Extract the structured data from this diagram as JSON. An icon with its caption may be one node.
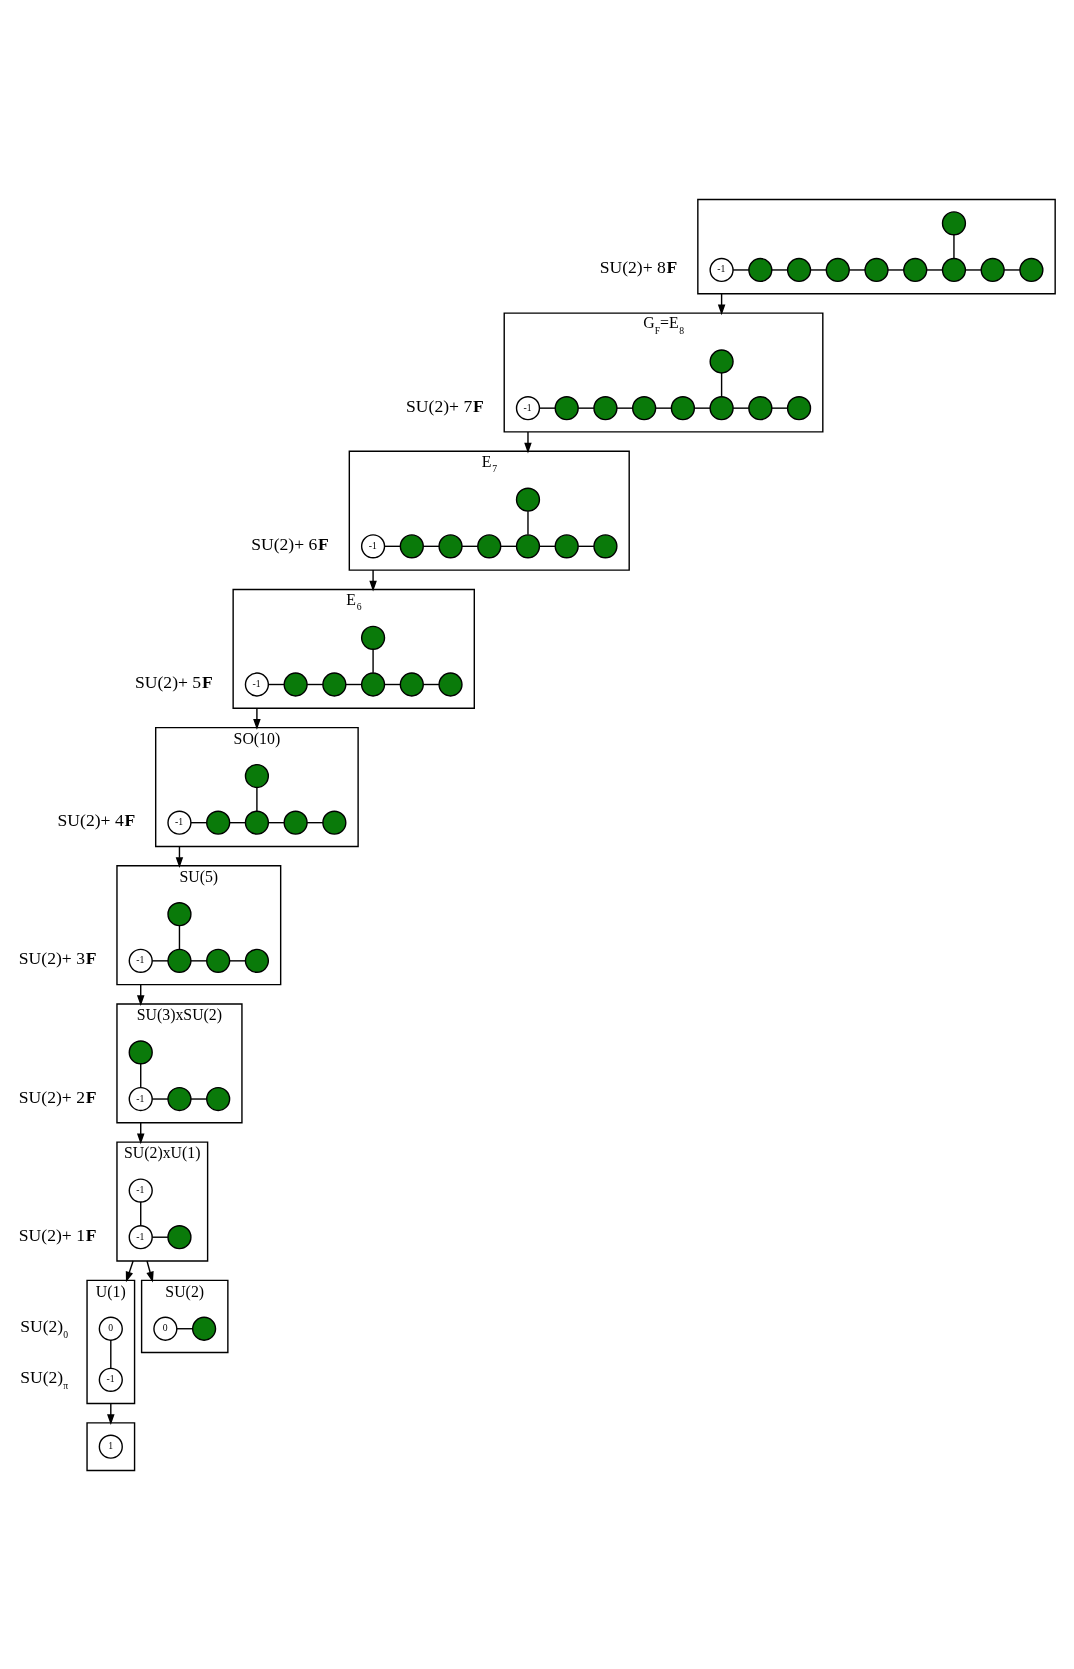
{
  "diagram": {
    "nodes": [
      {
        "text": [],
        "shape": "box"
      },
      {
        "text": [],
        "shape": "circle",
        "in": 0
      },
      {
        "text": [
          "-1"
        ],
        "in": 0
      },
      {
        "text": [],
        "shape": "circle",
        "in": 0
      },
      {
        "text": [],
        "shape": "circle",
        "in": 0
      },
      {
        "text": [],
        "shape": "circle",
        "in": 0
      },
      {
        "text": [],
        "shape": "circle",
        "in": 0
      },
      {
        "text": [],
        "shape": "circle",
        "in": 0
      },
      {
        "text": [],
        "shape": "circle",
        "in": 0
      },
      {
        "text": [],
        "shape": "circle",
        "in": 0
      },
      {
        "text": [],
        "shape": "circle",
        "in": 0
      },
      {
        "text": [
          "G$_{F}$=E$_{8}$"
        ]
      },
      {
        "text": [],
        "shape": "circle",
        "in": 11
      },
      {
        "text": [
          "-1"
        ],
        "in": 11
      },
      {
        "text": [],
        "shape": "circle",
        "in": 11
      },
      {
        "text": [],
        "shape": "circle",
        "in": 11
      },
      {
        "text": [],
        "shape": "circle",
        "in": 11
      },
      {
        "text": [],
        "shape": "circle",
        "in": 11
      },
      {
        "text": [],
        "shape": "circle",
        "in": 11
      },
      {
        "text": [],
        "shape": "circle",
        "in": 11
      },
      {
        "text": [],
        "shape": "circle",
        "in": 11
      },
      {
        "text": [
          "E$_{7}$"
        ]
      },
      {
        "text": [],
        "shape": "circle",
        "in": 21
      },
      {
        "text": [
          "-1"
        ],
        "in": 21
      },
      {
        "text": [],
        "shape": "circle",
        "in": 21
      },
      {
        "text": [],
        "shape": "circle",
        "in": 21
      },
      {
        "text": [],
        "shape": "circle",
        "in": 21
      },
      {
        "text": [],
        "shape": "circle",
        "in": 21
      },
      {
        "text": [],
        "shape": "circle",
        "in": 21
      },
      {
        "text": [],
        "shape": "circle",
        "in": 21
      },
      {
        "text": [
          "E$_{6}$"
        ]
      },
      {
        "text": [],
        "shape": "circle",
        "in": 30
      },
      {
        "text": [
          "-1"
        ],
        "in": 30
      },
      {
        "text": [],
        "shape": "circle",
        "in": 30
      },
      {
        "text": [],
        "shape": "circle",
        "in": 30
      },
      {
        "text": [],
        "shape": "circle",
        "in": 30
      },
      {
        "text": [],
        "shape": "circle",
        "in": 30
      },
      {
        "text": [],
        "shape": "circle",
        "in": 30
      },
      {
        "text": [
          "SO(10)"
        ]
      },
      {
        "text": [],
        "shape": "circle",
        "in": 38
      },
      {
        "text": [
          "-1"
        ],
        "in": 38
      },
      {
        "text": [],
        "shape": "circle",
        "in": 38
      },
      {
        "text": [],
        "shape": "circle",
        "in": 38
      },
      {
        "text": [],
        "shape": "circle",
        "in": 38
      },
      {
        "text": [],
        "shape": "circle",
        "in": 38
      },
      {
        "text": [
          "SU(5)"
        ]
      },
      {
        "text": [],
        "shape": "circle",
        "in": 45
      },
      {
        "text": [
          "-1"
        ],
        "in": 45
      },
      {
        "text": [],
        "shape": "circle",
        "in": 45
      },
      {
        "text": [],
        "shape": "circle",
        "in": 45
      },
      {
        "text": [],
        "shape": "circle",
        "in": 45
      },
      {
        "text": [
          "SU(3)xSU(2)"
        ]
      },
      {
        "text": [],
        "shape": "circle",
        "in": 51
      },
      {
        "text": [
          "-1"
        ],
        "in": 51
      },
      {
        "text": [],
        "shape": "circle",
        "in": 51
      },
      {
        "text": [],
        "shape": "circle",
        "in": 51
      },
      {
        "text": [
          "SU(2)xU(1)"
        ]
      },
      {
        "text": [
          "-1"
        ],
        "in": 56
      },
      {
        "text": [
          "-1"
        ],
        "in": 56
      },
      {
        "text": [],
        "shape": "circle",
        "in": 56
      },
      {
        "text": [
          "U(1)"
        ]
      },
      {
        "text": [
          "0"
        ],
        "in": 60
      },
      {
        "text": [
          "-1"
        ],
        "in": 60
      },
      {
        "text": [
          "SU(2)"
        ]
      },
      {
        "text": [
          "0"
        ],
        "in": 63
      },
      {
        "text": [],
        "shape": "circle",
        "in": 63
      },
      {
        "text": [],
        "shape": "box"
      },
      {
        "text": [
          "1"
        ],
        "in": 66
      }
    ],
    "edges": [
      {
        "from": 1,
        "to": 8,
        "arrow": "none"
      },
      {
        "from": 2,
        "to": 3,
        "arrow": "none"
      },
      {
        "from": 3,
        "to": 4,
        "arrow": "none"
      },
      {
        "from": 4,
        "to": 5,
        "arrow": "none"
      },
      {
        "from": 5,
        "to": 6,
        "arrow": "none"
      },
      {
        "from": 6,
        "to": 7,
        "arrow": "none"
      },
      {
        "from": 7,
        "to": 8,
        "arrow": "none"
      },
      {
        "from": 8,
        "to": 9,
        "arrow": "none"
      },
      {
        "from": 9,
        "to": 10,
        "arrow": "none"
      },
      {
        "from": 12,
        "to": 18,
        "arrow": "none"
      },
      {
        "from": 13,
        "to": 14,
        "arrow": "none"
      },
      {
        "from": 14,
        "to": 15,
        "arrow": "none"
      },
      {
        "from": 15,
        "to": 16,
        "arrow": "none"
      },
      {
        "from": 16,
        "to": 17,
        "arrow": "none"
      },
      {
        "from": 17,
        "to": 18,
        "arrow": "none"
      },
      {
        "from": 18,
        "to": 19,
        "arrow": "none"
      },
      {
        "from": 19,
        "to": 20,
        "arrow": "none"
      },
      {
        "from": 22,
        "to": 27,
        "arrow": "none"
      },
      {
        "from": 23,
        "to": 24,
        "arrow": "none"
      },
      {
        "from": 24,
        "to": 25,
        "arrow": "none"
      },
      {
        "from": 25,
        "to": 26,
        "arrow": "none"
      },
      {
        "from": 26,
        "to": 27,
        "arrow": "none"
      },
      {
        "from": 27,
        "to": 28,
        "arrow": "none"
      },
      {
        "from": 28,
        "to": 29,
        "arrow": "none"
      },
      {
        "from": 31,
        "to": 35,
        "arrow": "none"
      },
      {
        "from": 32,
        "to": 33,
        "arrow": "none"
      },
      {
        "from": 33,
        "to": 34,
        "arrow": "none"
      },
      {
        "from": 34,
        "to": 35,
        "arrow": "none"
      },
      {
        "from": 35,
        "to": 36,
        "arrow": "none"
      },
      {
        "from": 36,
        "to": 37,
        "arrow": "none"
      },
      {
        "from": 39,
        "to": 42,
        "arrow": "none"
      },
      {
        "from": 40,
        "to": 41,
        "arrow": "none"
      },
      {
        "from": 41,
        "to": 42,
        "arrow": "none"
      },
      {
        "from": 42,
        "to": 43,
        "arrow": "none"
      },
      {
        "from": 43,
        "to": 44,
        "arrow": "none"
      },
      {
        "from": 46,
        "to": 48,
        "arrow": "none"
      },
      {
        "from": 47,
        "to": 48,
        "arrow": "none"
      },
      {
        "from": 48,
        "to": 49,
        "arrow": "none"
      },
      {
        "from": 49,
        "to": 50,
        "arrow": "none"
      },
      {
        "from": 52,
        "to": 53,
        "arrow": "none"
      },
      {
        "from": 53,
        "to": 54,
        "arrow": "none"
      },
      {
        "from": 54,
        "to": 55,
        "arrow": "none"
      },
      {
        "from": 57,
        "to": 58,
        "arrow": "none"
      },
      {
        "from": 58,
        "to": 59,
        "arrow": "none"
      },
      {
        "from": 61,
        "to": 62,
        "arrow": "none"
      },
      {
        "from": 64,
        "to": 65,
        "arrow": "none"
      },
      {
        "from": 0,
        "to": 11,
        "arrow": "to"
      },
      {
        "from": 11,
        "to": 21,
        "arrow": "to"
      },
      {
        "from": 21,
        "to": 30,
        "arrow": "to"
      },
      {
        "from": 30,
        "to": 38,
        "arrow": "to"
      },
      {
        "from": 38,
        "to": 45,
        "arrow": "to"
      },
      {
        "from": 45,
        "to": 51,
        "arrow": "to"
      },
      {
        "from": 51,
        "to": 56,
        "arrow": "to"
      },
      {
        "from": 56,
        "to": 60,
        "arrow": "to"
      },
      {
        "from": 56,
        "to": 63,
        "arrow": "to"
      },
      {
        "from": 60,
        "to": 66,
        "arrow": "to"
      }
    ],
    "labels": [
      "SU(2)+ 8**F**",
      "SU(2)+ 7**F**",
      "SU(2)+ 6**F**",
      "SU(2)+ 5**F**",
      "SU(2)+ 4**F**",
      "SU(2)+ 3**F**",
      "SU(2)+ 2**F**",
      "SU(2)+ 1**F**",
      "SU(2)$_{π}$",
      "SU(2)$_{0}$"
    ]
  }
}
